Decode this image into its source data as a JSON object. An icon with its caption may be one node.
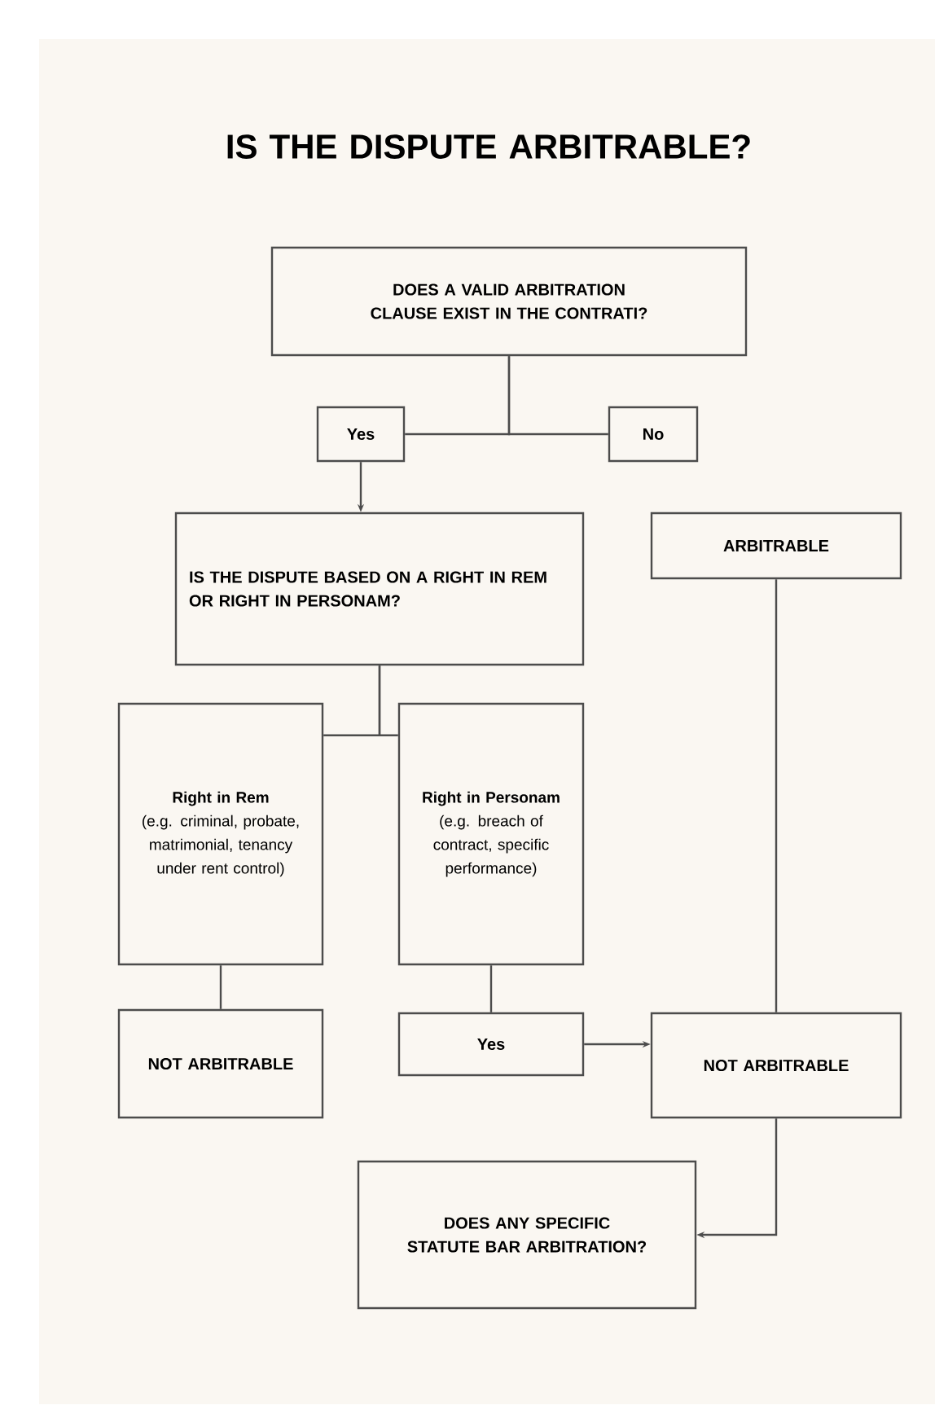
{
  "diagram": {
    "title": "IS THE DISPUTE ARBITRABLE?",
    "nodes": [
      {
        "text": [
          "DOES A VALID ARBITRATION CLAUSE EXIST IN THE CONTRATI?"
        ]
      },
      {
        "text": [
          "Yes"
        ]
      },
      {
        "text": [
          "No"
        ]
      },
      {
        "text": [
          "IS THE DISPUTE BASED ON A RIGHT IN REM OR RIGHT IN PERSONAM?"
        ]
      },
      {
        "text": [
          "ARBITRABLE"
        ]
      },
      {
        "text": [
          "Right in Rem",
          "(e.g. criminal, probate, matrimonial, tenancy under rent control)"
        ]
      },
      {
        "text": [
          "Right in Personam",
          "(e.g. breach of contract, specific performance)"
        ]
      },
      {
        "text": [
          "NOT ARBITRABLE"
        ]
      },
      {
        "text": [
          "Yes"
        ]
      },
      {
        "text": [
          "NOT ARBITRABLE"
        ]
      },
      {
        "text": [
          "DOES ANY SPECIFIC STATUTE BAR ARBITRATION?"
        ]
      }
    ],
    "edges": [
      {
        "from": 0,
        "to": 1,
        "arrow": "none"
      },
      {
        "from": 0,
        "to": 2,
        "arrow": "none"
      },
      {
        "from": 1,
        "to": 3,
        "arrow": "to"
      },
      {
        "from": 3,
        "to": 5,
        "arrow": "none"
      },
      {
        "from": 3,
        "to": 6,
        "arrow": "none"
      },
      {
        "from": 5,
        "to": 7,
        "arrow": "none"
      },
      {
        "from": 6,
        "to": 8,
        "arrow": "none"
      },
      {
        "from": 8,
        "to": 9,
        "arrow": "to"
      },
      {
        "from": 4,
        "to": 9,
        "arrow": "none"
      },
      {
        "from": 9,
        "to": 10,
        "arrow": "to"
      }
    ]
  }
}
